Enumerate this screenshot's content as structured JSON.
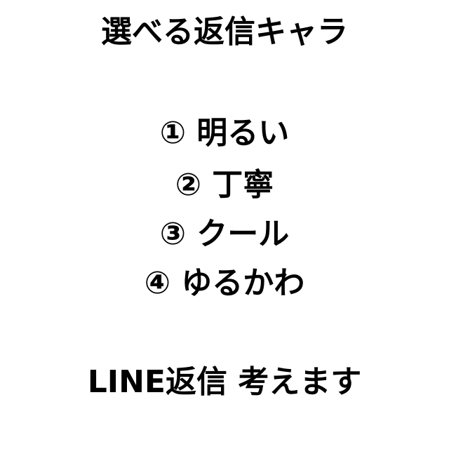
{
  "title": "選べる返信キャラ",
  "options": [
    {
      "number": "①",
      "label": "明るい"
    },
    {
      "number": "②",
      "label": "丁寧"
    },
    {
      "number": "③",
      "label": "クール"
    },
    {
      "number": "④",
      "label": "ゆるかわ"
    }
  ],
  "footer": "LINE返信 考えます"
}
